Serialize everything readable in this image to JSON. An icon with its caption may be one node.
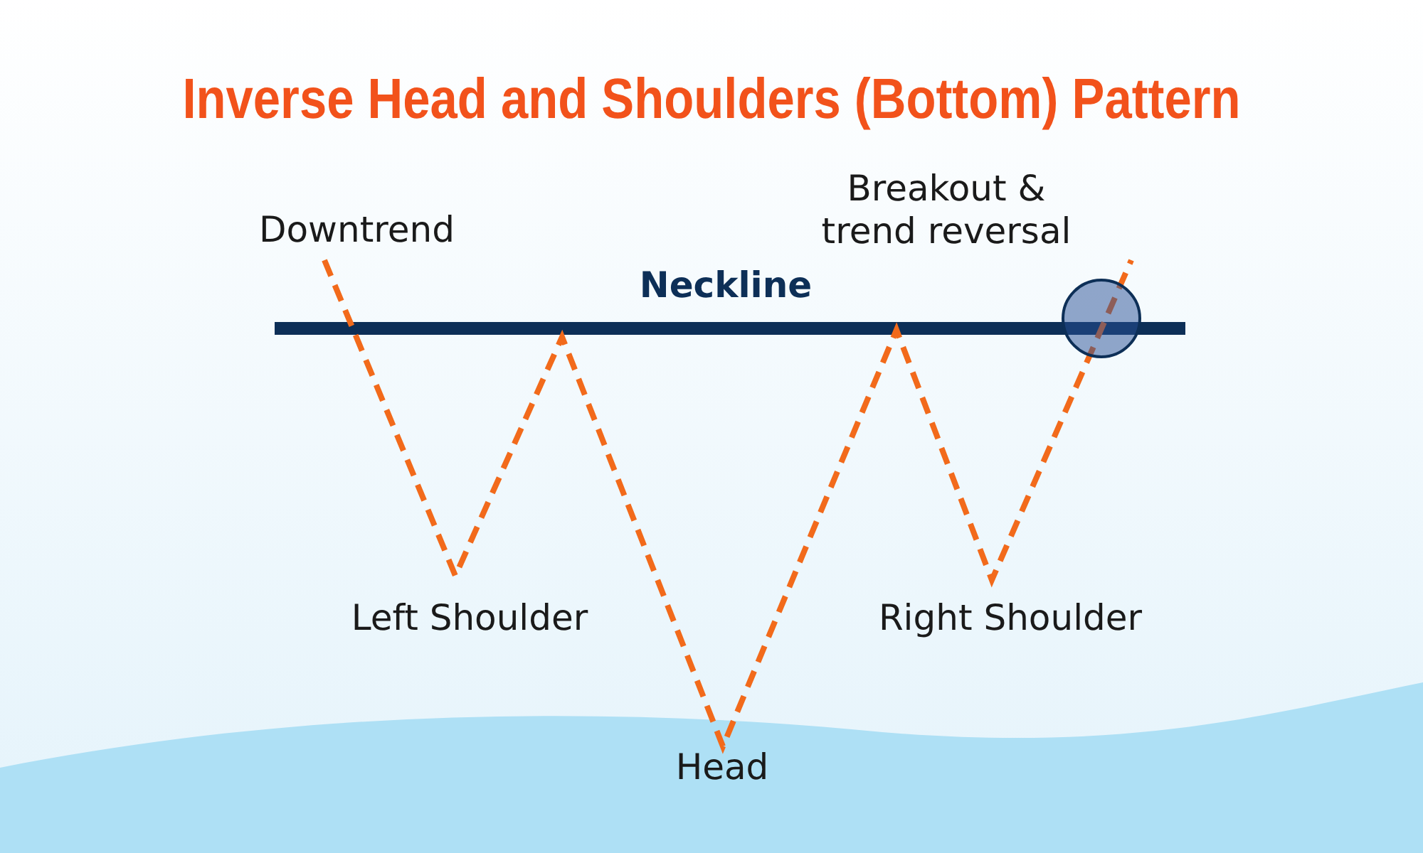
{
  "diagram": {
    "title": "Inverse Head and Shoulders (Bottom) Pattern",
    "labels": [
      "Downtrend",
      "Breakout & trend reversal",
      "Neckline",
      "Left Shoulder",
      "Right Shoulder",
      "Head"
    ]
  }
}
